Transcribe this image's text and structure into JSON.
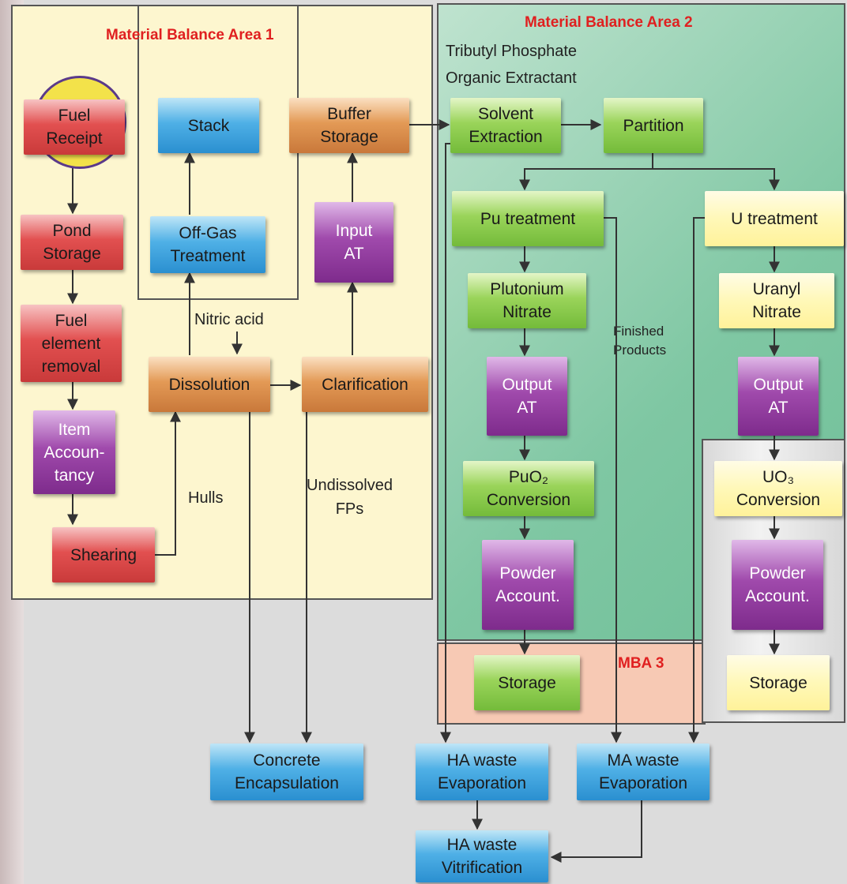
{
  "areas": {
    "mba1": "Material Balance Area 1",
    "mba2": "Material Balance Area 2",
    "mba3": "MBA 3"
  },
  "notes": {
    "tbp_line1": "Tributyl Phosphate",
    "tbp_line2": "Organic Extractant",
    "nitric_acid": "Nitric acid",
    "hulls": "Hulls",
    "undissolved": "Undissolved\nFPs",
    "finished": "Finished\nProducts"
  },
  "nodes": {
    "fuel_receipt": "Fuel\nReceipt",
    "pond_storage": "Pond\nStorage",
    "fuel_element_removal": "Fuel\nelement\nremoval",
    "item_accountancy": "Item\nAccoun-\ntancy",
    "shearing": "Shearing",
    "stack": "Stack",
    "offgas": "Off-Gas\nTreatment",
    "dissolution": "Dissolution",
    "clarification": "Clarification",
    "input_at": "Input\nAT",
    "buffer_storage": "Buffer\nStorage",
    "solvent_extraction": "Solvent\nExtraction",
    "partition": "Partition",
    "pu_treatment": "Pu treatment",
    "u_treatment": "U treatment",
    "plutonium_nitrate": "Plutonium\nNitrate",
    "uranyl_nitrate": "Uranyl\nNitrate",
    "output_at_pu": "Output\nAT",
    "output_at_u": "Output\nAT",
    "puo2_conversion": "PuO₂\nConversion",
    "uo3_conversion": "UO₃\nConversion",
    "powder_account_pu": "Powder\nAccount.",
    "powder_account_u": "Powder\nAccount.",
    "storage_pu": "Storage",
    "storage_u": "Storage",
    "concrete_encapsulation": "Concrete\nEncapsulation",
    "ha_waste_evaporation": "HA waste\nEvaporation",
    "ma_waste_evaporation": "MA waste\nEvaporation",
    "ha_waste_vitrification": "HA waste\nVitrification"
  }
}
